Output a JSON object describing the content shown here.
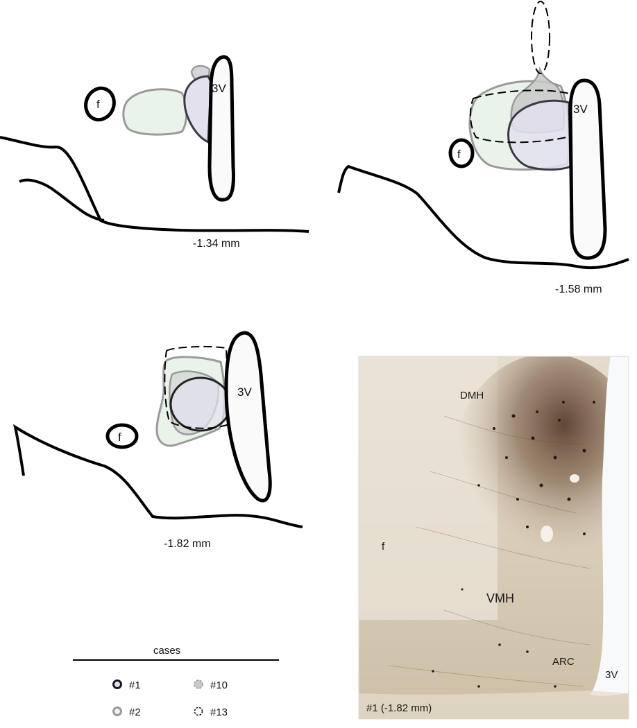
{
  "panels": [
    {
      "level": "-1.34 mm",
      "ventricle": "3V",
      "fornix": "f"
    },
    {
      "level": "-1.58 mm",
      "ventricle": "3V",
      "fornix": "f"
    },
    {
      "level": "-1.82 mm",
      "ventricle": "3V",
      "fornix": "f"
    }
  ],
  "micrograph": {
    "labels": {
      "dmh": "DMH",
      "f": "f",
      "vmh": "VMH",
      "arc": "ARC",
      "v3": "3V"
    },
    "caption": "#1 (-1.82 mm)"
  },
  "legend": {
    "title": "cases",
    "items": [
      {
        "label": "#1",
        "style": "thick-black-solid"
      },
      {
        "label": "#10",
        "style": "gray-fill-dashed"
      },
      {
        "label": "#2",
        "style": "gray-solid"
      },
      {
        "label": "#13",
        "style": "black-dashed"
      }
    ]
  },
  "colors": {
    "case1_fill": "#e3e1ee",
    "case2_fill": "#eaf3ea",
    "case10_fill": "#c8c8c8",
    "case2_stroke": "#9a9a9a",
    "tissue": "#cfc2ac",
    "stain": "#4a2e1c"
  }
}
